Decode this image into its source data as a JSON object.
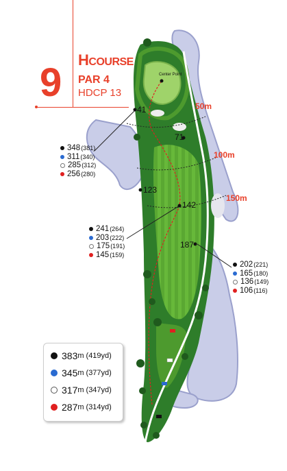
{
  "hole": {
    "number": "9",
    "course_big": "H",
    "course_rest": "COURSE",
    "par": "PAR 4",
    "hdcp": "HDCP 13"
  },
  "map_labels": {
    "center_point": "Center Point",
    "range_50": "50m",
    "range_100": "100m",
    "range_150": "150m"
  },
  "markers": {
    "m41": "41",
    "m71": "71",
    "m123": "123",
    "m142": "142",
    "m187": "187"
  },
  "box1": {
    "rows": [
      {
        "m": "348",
        "yd": "(381)",
        "color": "#111111"
      },
      {
        "m": "311",
        "yd": "(340)",
        "color": "#2a6bd1"
      },
      {
        "m": "285",
        "yd": "(312)",
        "color": "#ffffff"
      },
      {
        "m": "256",
        "yd": "(280)",
        "color": "#e02020"
      }
    ]
  },
  "box2": {
    "rows": [
      {
        "m": "241",
        "yd": "(264)",
        "color": "#111111"
      },
      {
        "m": "203",
        "yd": "(222)",
        "color": "#2a6bd1"
      },
      {
        "m": "175",
        "yd": "(191)",
        "color": "#ffffff"
      },
      {
        "m": "145",
        "yd": "(159)",
        "color": "#e02020"
      }
    ]
  },
  "box3": {
    "rows": [
      {
        "m": "202",
        "yd": "(221)",
        "color": "#111111"
      },
      {
        "m": "165",
        "yd": "(180)",
        "color": "#2a6bd1"
      },
      {
        "m": "136",
        "yd": "(149)",
        "color": "#ffffff"
      },
      {
        "m": "106",
        "yd": "(116)",
        "color": "#e02020"
      }
    ]
  },
  "legend": {
    "rows": [
      {
        "m": "383",
        "unit": "m",
        "yd": "(419yd)",
        "color": "#111111"
      },
      {
        "m": "345",
        "unit": "m",
        "yd": "(377yd)",
        "color": "#2a6bd1"
      },
      {
        "m": "317",
        "unit": "m",
        "yd": "(347yd)",
        "color": "#ffffff"
      },
      {
        "m": "287",
        "unit": "m",
        "yd": "(314yd)",
        "color": "#e02020"
      }
    ]
  },
  "colors": {
    "accent": "#e8402a",
    "water": "#c9cde8",
    "fairway": "#5aa832",
    "rough": "#2e7d2a",
    "green": "#9fd36a"
  }
}
